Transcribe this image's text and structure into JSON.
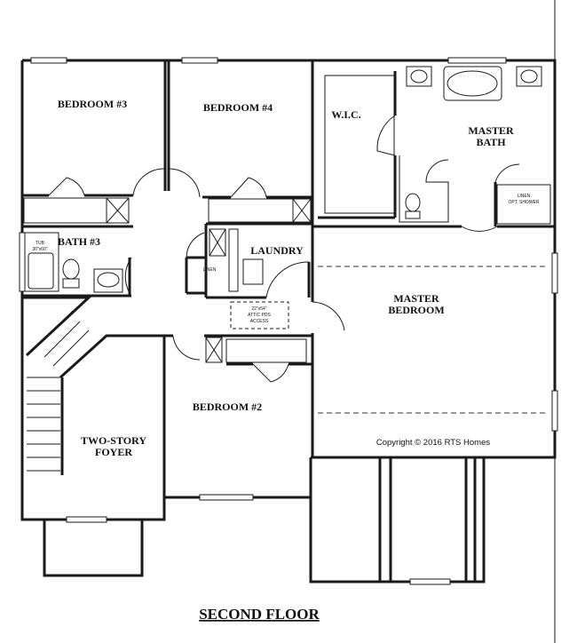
{
  "floor_title": "SECOND FLOOR",
  "copyright": "Copyright © 2016 RTS Homes",
  "rooms": {
    "bedroom3": "BEDROOM #3",
    "bedroom4": "BEDROOM #4",
    "wic": "W.I.C.",
    "master_bath_line1": "MASTER",
    "master_bath_line2": "BATH",
    "bath3": "BATH #3",
    "laundry": "LAUNDRY",
    "master_bedroom_line1": "MASTER",
    "master_bedroom_line2": "BEDROOM",
    "bedroom2": "BEDROOM #2",
    "foyer_line1": "TWO-STORY",
    "foyer_line2": "FOYER"
  },
  "labels": {
    "tub_line1": "TUB",
    "tub_line2": "30\"x60\"",
    "linen": "LINEN",
    "linen_shower_line1": "LINEN",
    "linen_shower_line2": "OPT. SHOWER",
    "attic_line1": "22\"x54\"",
    "attic_line2": "ATTIC PDS",
    "attic_line3": "ACCESS"
  }
}
